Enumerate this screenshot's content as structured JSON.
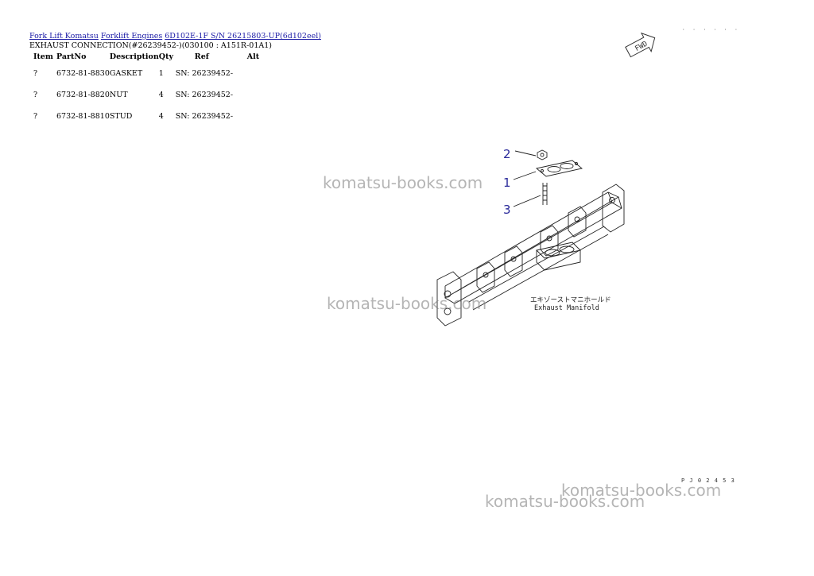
{
  "breadcrumb": {
    "link1": "Fork Lift Komatsu",
    "link2": "Forklift Engines",
    "link3": "6D102E-1F S/N 26215803-UP(6d102eel)"
  },
  "title": "EXHAUST CONNECTION(#26239452-)(030100 : A151R-01A1)",
  "table": {
    "headers": {
      "item": "Item",
      "partno": "PartNo",
      "description": "Description",
      "qty": "Qty",
      "ref": "Ref",
      "alt": "Alt"
    },
    "rows": [
      {
        "item": "?",
        "partno": "6732-81-8830",
        "description": "GASKET",
        "qty": "1",
        "ref": "SN: 26239452-",
        "alt": ""
      },
      {
        "item": "?",
        "partno": "6732-81-8820",
        "description": "NUT",
        "qty": "4",
        "ref": "SN: 26239452-",
        "alt": ""
      },
      {
        "item": "?",
        "partno": "6732-81-8810",
        "description": "STUD",
        "qty": "4",
        "ref": "SN: 26239452-",
        "alt": ""
      }
    ]
  },
  "diagram": {
    "callouts": [
      "2",
      "1",
      "3"
    ],
    "label_jp": "エキゾーストマニホールド",
    "label_en": "Exhaust Manifold",
    "fwd": "FWD",
    "code": "P J 0 2 4 5 3"
  },
  "watermarks": [
    "komatsu-books.com",
    "komatsu-books.com",
    "komatsu-books.com",
    "komatsu-books.com"
  ],
  "colors": {
    "link": "#1a1aa6",
    "callout": "#2a2a9a",
    "watermark": "#787878"
  }
}
